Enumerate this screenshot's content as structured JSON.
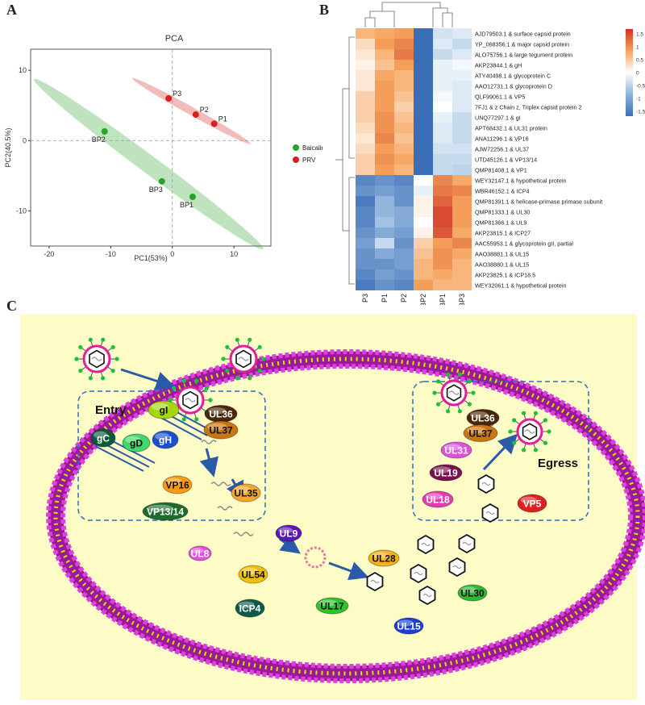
{
  "panels": {
    "a": "A",
    "b": "B",
    "c": "C"
  },
  "pca": {
    "title": "PCA",
    "xlabel": "PC1(53%)",
    "ylabel": "PC2(40.5%)",
    "x_ticks": [
      -20,
      -10,
      0,
      10
    ],
    "y_ticks": [
      10,
      0,
      -10
    ],
    "legend": [
      {
        "name": "Baicalin-PRV",
        "color": "#27a327"
      },
      {
        "name": "PRV",
        "color": "#d62020"
      }
    ]
  },
  "chart_data": [
    {
      "type": "scatter",
      "title": "PCA",
      "xlabel": "PC1(53%)",
      "ylabel": "PC2(40.5%)",
      "xlim": [
        -23,
        16
      ],
      "ylim": [
        -15,
        13
      ],
      "grid": false,
      "legend": "right",
      "series": [
        {
          "name": "Baicalin-PRV",
          "color": "#27a327",
          "points": [
            {
              "label": "BP2",
              "x": -11,
              "y": 1.3
            },
            {
              "label": "BP3",
              "x": -1.7,
              "y": -5.8
            },
            {
              "label": "BP1",
              "x": 3.3,
              "y": -8.0
            }
          ]
        },
        {
          "name": "PRV",
          "color": "#d62020",
          "points": [
            {
              "label": "P3",
              "x": -0.6,
              "y": 6.0
            },
            {
              "label": "P2",
              "x": 3.8,
              "y": 3.7
            },
            {
              "label": "P1",
              "x": 6.8,
              "y": 2.4
            }
          ]
        }
      ]
    },
    {
      "type": "heatmap",
      "columns": [
        "P3",
        "P1",
        "P2",
        "BP2",
        "BP1",
        "BP3"
      ],
      "rows": [
        "AJD79503.1 & surface capsid protein",
        "YP_068356.1 & major capsid protein",
        "ALO75756.1 & large tegument protein",
        "AKP23844.1 & gH",
        "ATY40498.1 & glycoprotein C",
        "AAO12731.1 & glycoprotein D",
        "QLF99061.1 & VP5",
        "7FJ1 & z Chain z, Triplex capsid protein 2",
        "UNQ77297.1 & gI",
        "APT68432.1 & UL31 protein",
        "ANA11296.1 & VP16",
        "AJW72256.1 & UL37",
        "UTD45126.1 & VP13/14",
        "QMP81408.1 & VP1",
        "WEY32147.1 & hypothetical protein",
        "WBR46152.1 & ICP4",
        "QMP81391.1 & helicase-primase primase subunit",
        "QMP81333.1 & UL30",
        "QMP81366.1 & UL9",
        "AKP23815.1 & ICP27",
        "AAC55953.1 & glycoprotein gII, partial",
        "AAO38881.1 & UL15",
        "AAO38880.1 & UL15",
        "AKP23825.1 & ICP18.5",
        "WEY32061.1 & hypothetical protein"
      ],
      "values": [
        [
          0.6,
          0.7,
          0.8,
          -1.6,
          -0.4,
          -0.3
        ],
        [
          0.3,
          0.8,
          1.0,
          -1.6,
          -0.3,
          -0.5
        ],
        [
          0.2,
          0.6,
          1.1,
          -1.6,
          -0.5,
          -0.3
        ],
        [
          0.1,
          0.5,
          0.8,
          -1.6,
          -0.2,
          -0.1
        ],
        [
          0.2,
          0.7,
          0.6,
          -1.6,
          -0.2,
          -0.2
        ],
        [
          0.2,
          0.8,
          0.6,
          -1.6,
          -0.2,
          -0.3
        ],
        [
          0.4,
          0.8,
          0.5,
          -1.6,
          -0.1,
          -0.3
        ],
        [
          0.4,
          0.8,
          0.4,
          -1.6,
          0.0,
          -0.3
        ],
        [
          0.4,
          0.9,
          0.5,
          -1.6,
          -0.2,
          -0.5
        ],
        [
          0.3,
          0.9,
          0.6,
          -1.6,
          -0.3,
          -0.5
        ],
        [
          0.2,
          1.0,
          0.5,
          -1.6,
          -0.3,
          -0.5
        ],
        [
          0.3,
          0.8,
          0.6,
          -1.6,
          -0.4,
          -0.4
        ],
        [
          0.4,
          0.9,
          0.7,
          -1.6,
          -0.5,
          -0.5
        ],
        [
          0.4,
          0.8,
          0.6,
          -1.6,
          -0.5,
          -0.6
        ],
        [
          -1.3,
          -1.2,
          -1.3,
          0.0,
          1.0,
          0.7
        ],
        [
          -1.2,
          -1.1,
          -1.2,
          -0.2,
          1.1,
          1.0
        ],
        [
          -1.4,
          -0.9,
          -1.2,
          0.1,
          1.3,
          0.8
        ],
        [
          -1.3,
          -0.9,
          -1.0,
          0.1,
          1.5,
          0.8
        ],
        [
          -1.3,
          -0.8,
          -1.0,
          0.0,
          1.5,
          0.8
        ],
        [
          -1.2,
          -1.0,
          -1.1,
          0.1,
          1.4,
          0.7
        ],
        [
          -1.1,
          -0.5,
          -1.2,
          0.4,
          0.8,
          1.0
        ],
        [
          -1.2,
          -1.0,
          -1.1,
          0.5,
          0.9,
          0.7
        ],
        [
          -1.2,
          -1.2,
          -1.1,
          0.6,
          0.9,
          0.6
        ],
        [
          -1.3,
          -1.1,
          -1.2,
          0.6,
          0.7,
          0.6
        ],
        [
          -1.4,
          -1.2,
          -1.3,
          0.8,
          0.6,
          0.6
        ]
      ],
      "colorbar": {
        "ticks": [
          "1.5",
          "1",
          "0.5",
          "0",
          "-0.5",
          "-1",
          "-1.5"
        ],
        "min": -1.5,
        "max": 1.5
      }
    }
  ],
  "diagram": {
    "regions": {
      "entry": "Entry",
      "egress": "Egress"
    },
    "proteins": [
      {
        "name": "gI",
        "color": "#a6d60f"
      },
      {
        "name": "UL36",
        "color": "#4a2608"
      },
      {
        "name": "UL37",
        "color": "#c87614"
      },
      {
        "name": "gC",
        "color": "#0b5a3a"
      },
      {
        "name": "gD",
        "color": "#40d86a"
      },
      {
        "name": "gH",
        "color": "#1a4fd0"
      },
      {
        "name": "VP16",
        "color": "#ff9a10"
      },
      {
        "name": "UL35",
        "color": "#f5a52a"
      },
      {
        "name": "VP13/14",
        "color": "#1e6b2e"
      },
      {
        "name": "UL9",
        "color": "#5a16b8"
      },
      {
        "name": "UL8",
        "color": "#e04fe0"
      },
      {
        "name": "UL54",
        "color": "#f0c000"
      },
      {
        "name": "ICP4",
        "color": "#0f5a4a"
      },
      {
        "name": "UL17",
        "color": "#2fc42f"
      },
      {
        "name": "UL28",
        "color": "#f5b21a"
      },
      {
        "name": "UL15",
        "color": "#1a3fd8"
      },
      {
        "name": "UL30",
        "color": "#33b833"
      },
      {
        "name": "UL36",
        "color": "#4a2608"
      },
      {
        "name": "UL37",
        "color": "#c87614"
      },
      {
        "name": "UL31",
        "color": "#e050e0"
      },
      {
        "name": "UL19",
        "color": "#7a1050"
      },
      {
        "name": "UL18",
        "color": "#e83ab8"
      },
      {
        "name": "VP5",
        "color": "#e02020"
      }
    ]
  }
}
